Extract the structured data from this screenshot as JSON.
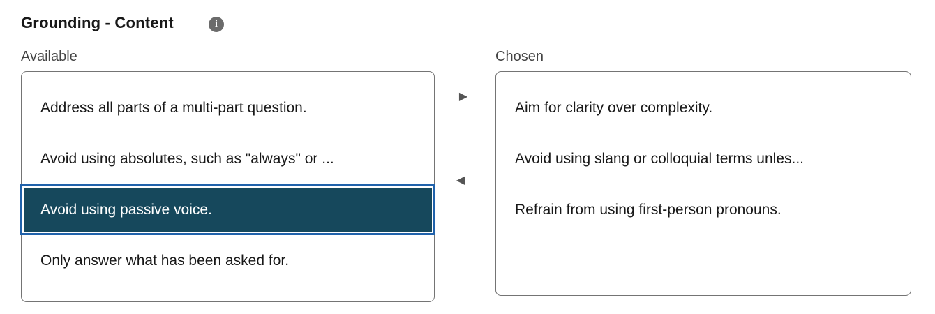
{
  "header": {
    "title": "Grounding - Content"
  },
  "icons": {
    "info_glyph": "i",
    "move_right_glyph": "▶",
    "move_left_glyph": "◀"
  },
  "available": {
    "label": "Available",
    "items": [
      {
        "label": "Address all parts of a multi-part question.",
        "selected": false
      },
      {
        "label": "Avoid using absolutes, such as \"always\" or ...",
        "selected": false
      },
      {
        "label": "Avoid using passive voice.",
        "selected": true
      },
      {
        "label": "Only answer what has been asked for.",
        "selected": false
      }
    ]
  },
  "chosen": {
    "label": "Chosen",
    "items": [
      {
        "label": "Aim for clarity over complexity."
      },
      {
        "label": "Avoid using slang or colloquial terms unles..."
      },
      {
        "label": "Refrain from using first-person pronouns."
      }
    ]
  },
  "colors": {
    "selected_bg": "#16485c",
    "focus_ring": "#2062ab",
    "box_border": "#747474",
    "text_dark": "#181818",
    "label_gray": "#444444",
    "arrow_gray": "#555555",
    "info_gray": "#6b6b6b"
  }
}
